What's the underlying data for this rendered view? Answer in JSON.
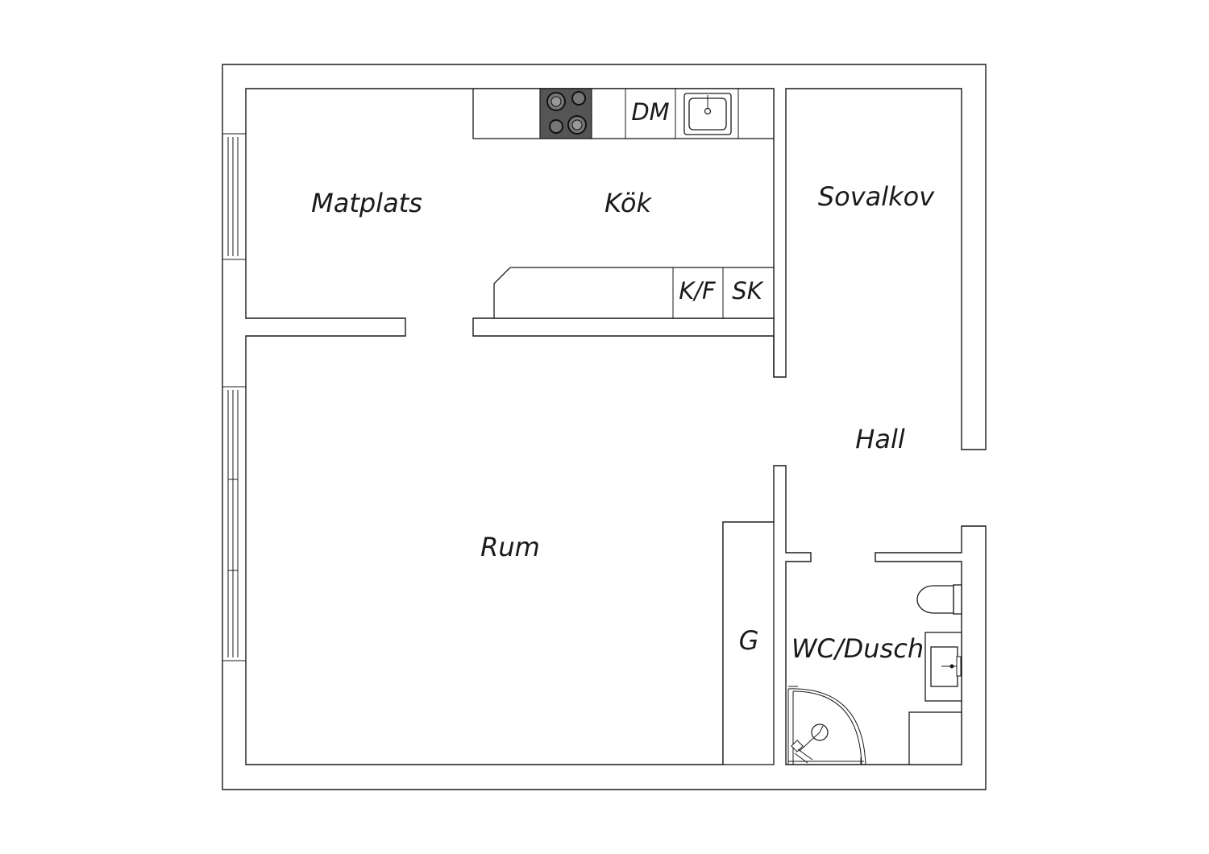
{
  "rooms": {
    "matplats": "Matplats",
    "kok": "Kök",
    "sovalkov": "Sovalkov",
    "hall": "Hall",
    "rum": "Rum",
    "wc_dusch": "WC/Dusch",
    "g": "G"
  },
  "fixtures": {
    "dm": "DM",
    "kf": "K/F",
    "sk": "SK"
  },
  "colors": {
    "line": "#1a1a1a",
    "stove": "#555555",
    "background": "#ffffff"
  }
}
